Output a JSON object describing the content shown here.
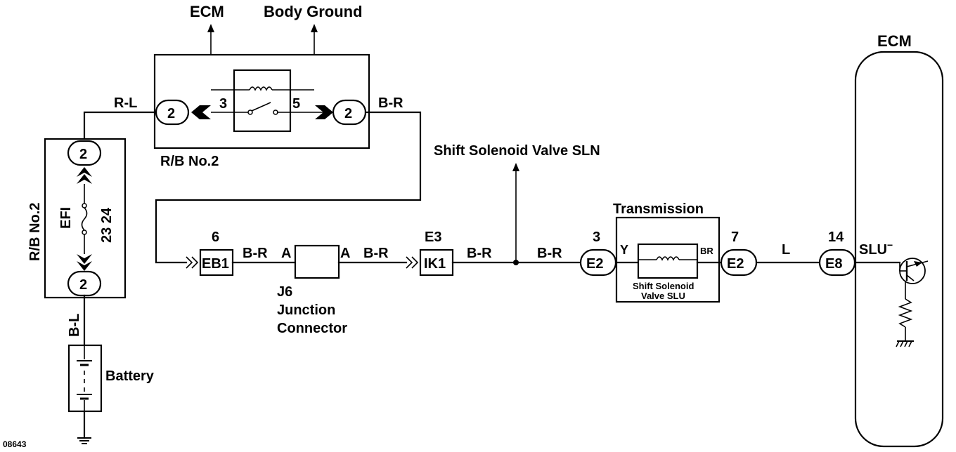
{
  "labels": {
    "ecm_top": "ECM",
    "body_ground": "Body Ground",
    "shift_sln": "Shift Solenoid Valve SLN",
    "transmission": "Transmission",
    "solenoid_slu_1": "Shift Solenoid",
    "solenoid_slu_2": "Valve SLU",
    "ecm_box": "ECM",
    "rb_no2_top": "R/B No.2",
    "rb_no2_left": "R/B No.2",
    "efi": "EFI",
    "fuse_pins": "23  24",
    "battery": "Battery",
    "j6_1": "J6",
    "j6_2": "Junction",
    "j6_3": "Connector",
    "slu_minus": "SLU",
    "code": "08643"
  },
  "wires": {
    "rl": "R-L",
    "br_top": "B-R",
    "bl": "B-L",
    "br_1": "B-R",
    "br_2": "B-R",
    "br_3": "B-R",
    "br_4": "B-R",
    "l": "L",
    "y": "Y",
    "br_short": "BR"
  },
  "connectors": {
    "rb_left": "2",
    "rb_right": "2",
    "fuse_top": "2",
    "fuse_bottom": "2",
    "eb1": "EB1",
    "eb1_pin": "6",
    "ik1": "IK1",
    "ik1_pin": "E3",
    "j6_a1": "A",
    "j6_a2": "A",
    "e2_left": "E2",
    "e2_left_pin": "3",
    "e2_right": "E2",
    "e2_right_pin": "7",
    "e8": "E8",
    "e8_pin": "14",
    "relay_pin3": "3",
    "relay_pin5": "5"
  }
}
